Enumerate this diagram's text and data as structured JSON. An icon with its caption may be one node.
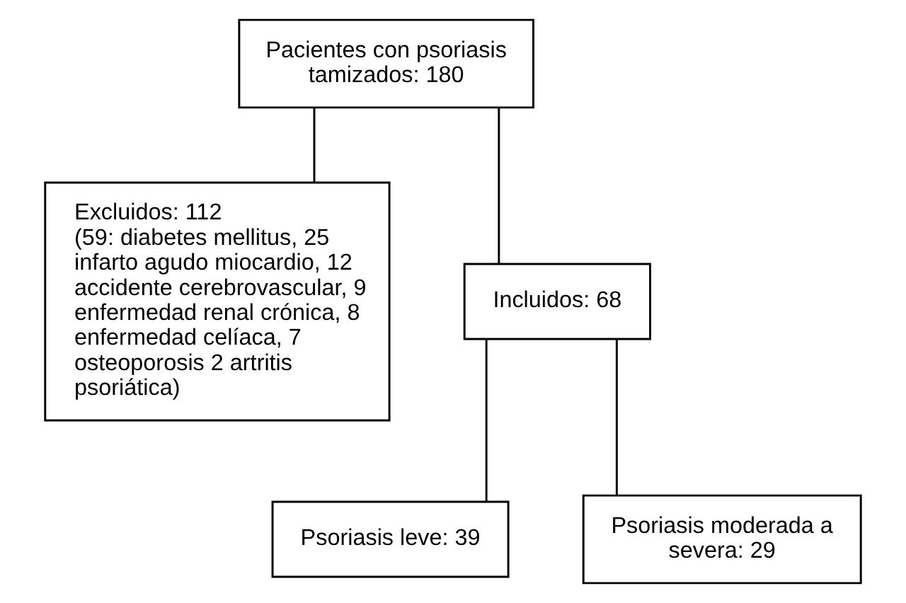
{
  "diagram": {
    "nodes": [
      {
        "text": [
          "Pacientes con psoriasis tamizados: 180"
        ]
      },
      {
        "text": [
          "Excluidos: 112",
          "(59: diabetes mellitus, 25 infarto agudo miocardio, 12 accidente cerebrovascular, 9 enfermedad renal crónica, 8 enfermedad celíaca, 7 osteoporosis 2 artritis psoriática)"
        ]
      },
      {
        "text": [
          "Incluidos: 68"
        ]
      },
      {
        "text": [
          "Psoriasis leve: 39"
        ]
      },
      {
        "text": [
          "Psoriasis moderada a severa: 29"
        ]
      }
    ],
    "edges": [
      {
        "from": 0,
        "to": 1,
        "arrow": "none"
      },
      {
        "from": 0,
        "to": 2,
        "arrow": "none"
      },
      {
        "from": 2,
        "to": 3,
        "arrow": "none"
      },
      {
        "from": 2,
        "to": 4,
        "arrow": "none"
      }
    ]
  }
}
